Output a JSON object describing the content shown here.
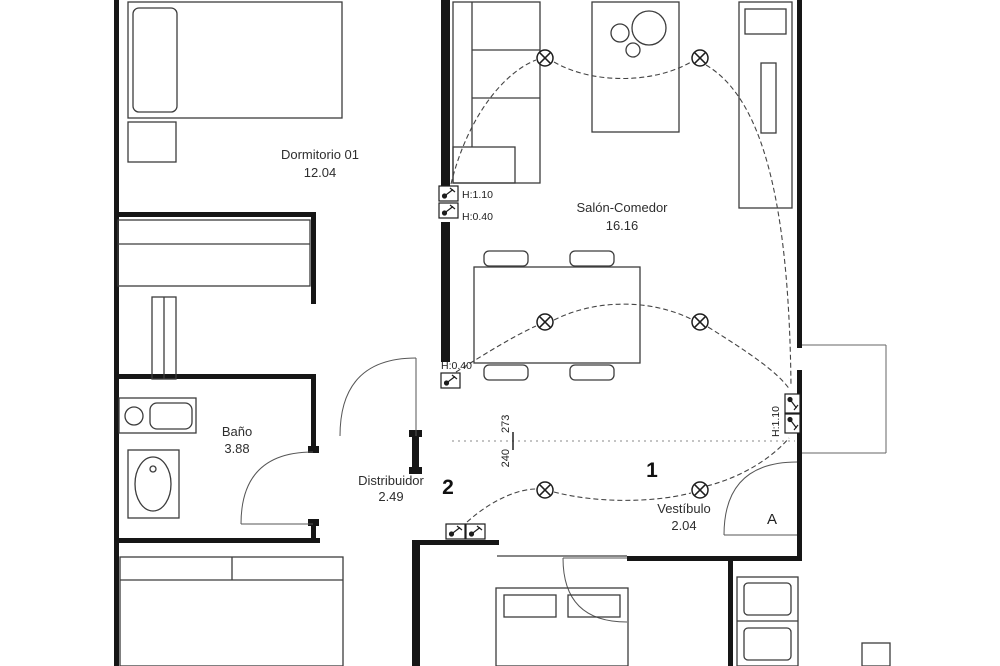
{
  "plan": {
    "rooms": {
      "dormitorio": {
        "name": "Dormitorio 01",
        "area": "12.04"
      },
      "salon": {
        "name": "Salón-Comedor",
        "area": "16.16"
      },
      "bano": {
        "name": "Baño",
        "area": "3.88"
      },
      "distribuidor": {
        "name": "Distribuidor",
        "area": "2.49"
      },
      "vestibulo": {
        "name": "Vestíbulo",
        "area": "2.04"
      }
    },
    "switch_heights": {
      "door_upper": "H:1.10",
      "door_lower": "H:0.40",
      "salon_mid": "H:0.40",
      "window_side": "H:1.10"
    },
    "circuit_markers": {
      "one": "1",
      "two": "2"
    },
    "section_marker": "A",
    "ceiling_heights": {
      "lower": "240",
      "upper": "273"
    }
  }
}
